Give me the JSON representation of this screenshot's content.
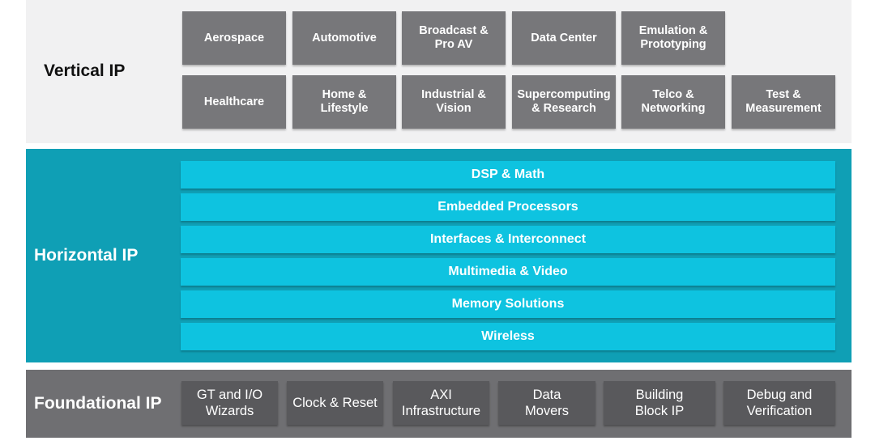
{
  "vertical_ip": {
    "title": "Vertical IP",
    "row1": [
      {
        "label": "Aerospace"
      },
      {
        "label": "Automotive"
      },
      {
        "label": "Broadcast &\nPro AV"
      },
      {
        "label": "Data Center"
      },
      {
        "label": "Emulation &\nPrototyping"
      }
    ],
    "row2": [
      {
        "label": "Healthcare"
      },
      {
        "label": "Home &\nLifestyle"
      },
      {
        "label": "Industrial &\nVision"
      },
      {
        "label": "Supercomputing\n& Research"
      },
      {
        "label": "Telco &\nNetworking"
      },
      {
        "label": "Test &\nMeasurement"
      }
    ]
  },
  "horizontal_ip": {
    "title": "Horizontal IP",
    "bars": [
      {
        "label": "DSP & Math"
      },
      {
        "label": "Embedded Processors"
      },
      {
        "label": "Interfaces & Interconnect"
      },
      {
        "label": "Multimedia & Video"
      },
      {
        "label": "Memory Solutions"
      },
      {
        "label": "Wireless"
      }
    ]
  },
  "foundational_ip": {
    "title": "Foundational IP",
    "items": [
      {
        "label": "GT and I/O\nWizards"
      },
      {
        "label": "Clock & Reset"
      },
      {
        "label": "AXI\nInfrastructure"
      },
      {
        "label": "Data\nMovers"
      },
      {
        "label": "Building\nBlock IP"
      },
      {
        "label": "Debug and\nVerification"
      }
    ]
  },
  "colors": {
    "vertical_bg": "#f1f1f2",
    "vertical_tile": "#77777a",
    "horizontal_bg": "#0f9fb5",
    "horizontal_bar": "#0ec3e0",
    "foundational_bg": "#6f6f72",
    "foundational_tile": "#59595c"
  }
}
